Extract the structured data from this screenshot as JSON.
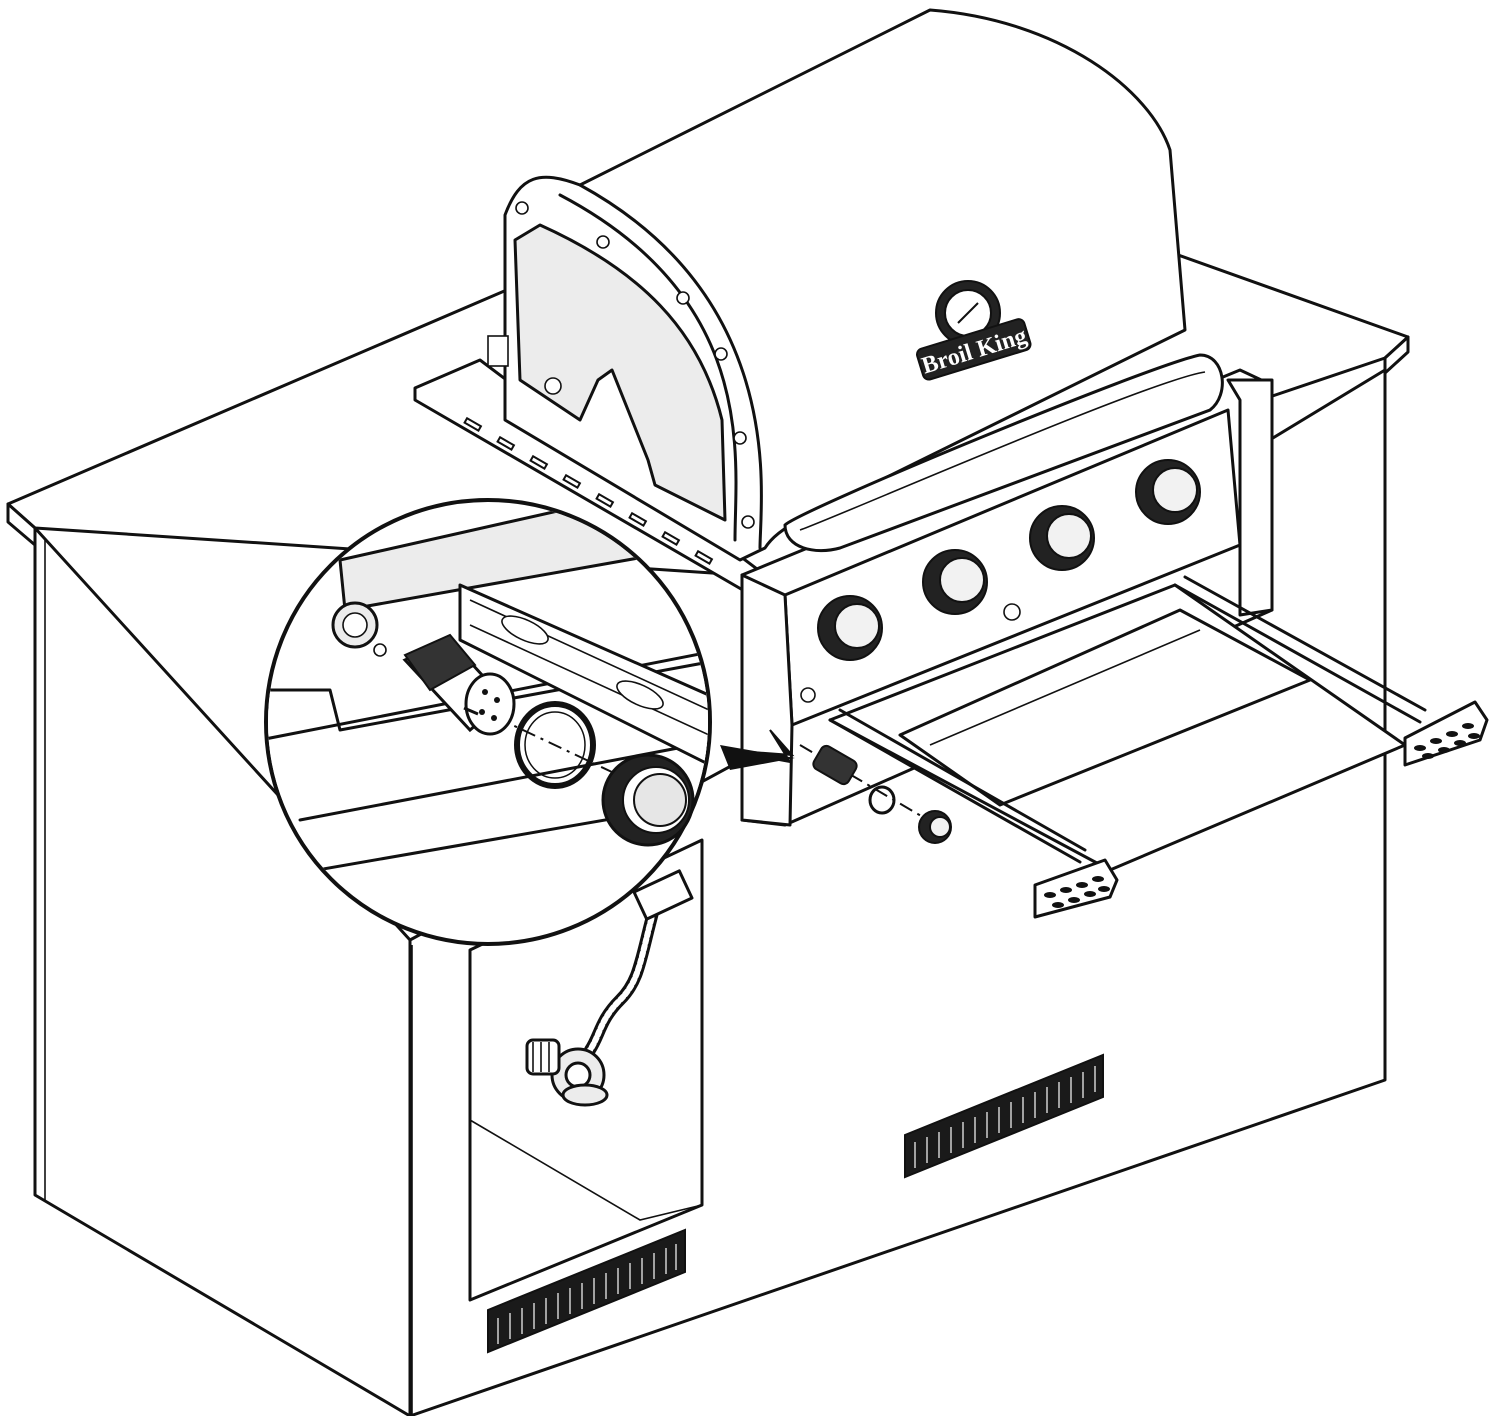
{
  "brand": {
    "logo_text": "Broil King"
  },
  "colors": {
    "line": "#111111",
    "background": "#ffffff",
    "panel_shade": "#ececec",
    "knob_dark": "#222222"
  },
  "icons": {
    "detail_callout": "magnifier-circle-icon",
    "pointer": "arrow-icon",
    "knob": "control-knob-icon",
    "thermometer": "temperature-gauge-icon",
    "vent": "vent-grille-icon",
    "regulator": "gas-regulator-icon"
  },
  "parts": {
    "control_knobs_on_panel": 4,
    "knobs_in_detail_view": 1,
    "o_rings_shown": 2
  }
}
